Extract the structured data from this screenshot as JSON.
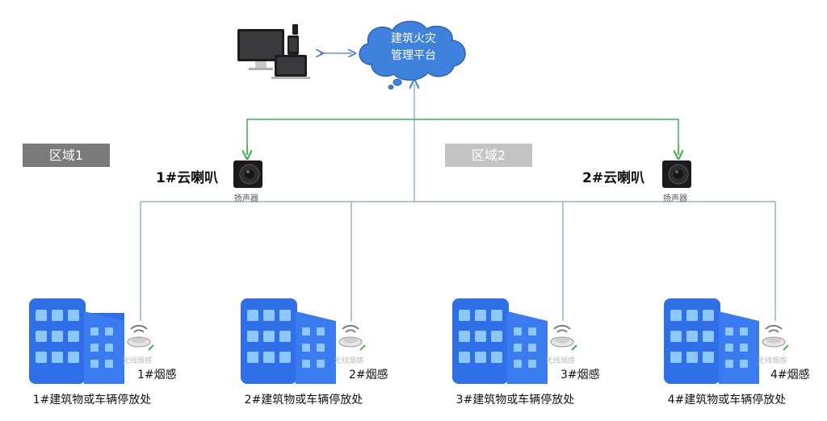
{
  "platform": {
    "line1": "建筑火灾",
    "line2": "管理平台"
  },
  "zones": [
    {
      "label": "区域1",
      "color": "#7a7a7a"
    },
    {
      "label": "区域2",
      "color": "#c4c4c4"
    }
  ],
  "speakers": [
    {
      "name": "1#云喇叭",
      "caption": "扬声器"
    },
    {
      "name": "2#云喇叭",
      "caption": "扬声器"
    }
  ],
  "buildings": [
    {
      "name": "1#建筑物或车辆停放处",
      "smoke": "1#烟感",
      "smoke_caption": "无线烟感"
    },
    {
      "name": "2#建筑物或车辆停放处",
      "smoke": "2#烟感",
      "smoke_caption": "无线烟感"
    },
    {
      "name": "3#建筑物或车辆停放处",
      "smoke": "3#烟感",
      "smoke_caption": "无线烟感"
    },
    {
      "name": "4#建筑物或车辆停放处",
      "smoke": "4#烟感",
      "smoke_caption": "无线烟感"
    }
  ],
  "colors": {
    "wire": "#8db1e3",
    "speaker_link": "#3cb34a",
    "building": "#2f6fe8",
    "cloud": "#3f82dd"
  }
}
